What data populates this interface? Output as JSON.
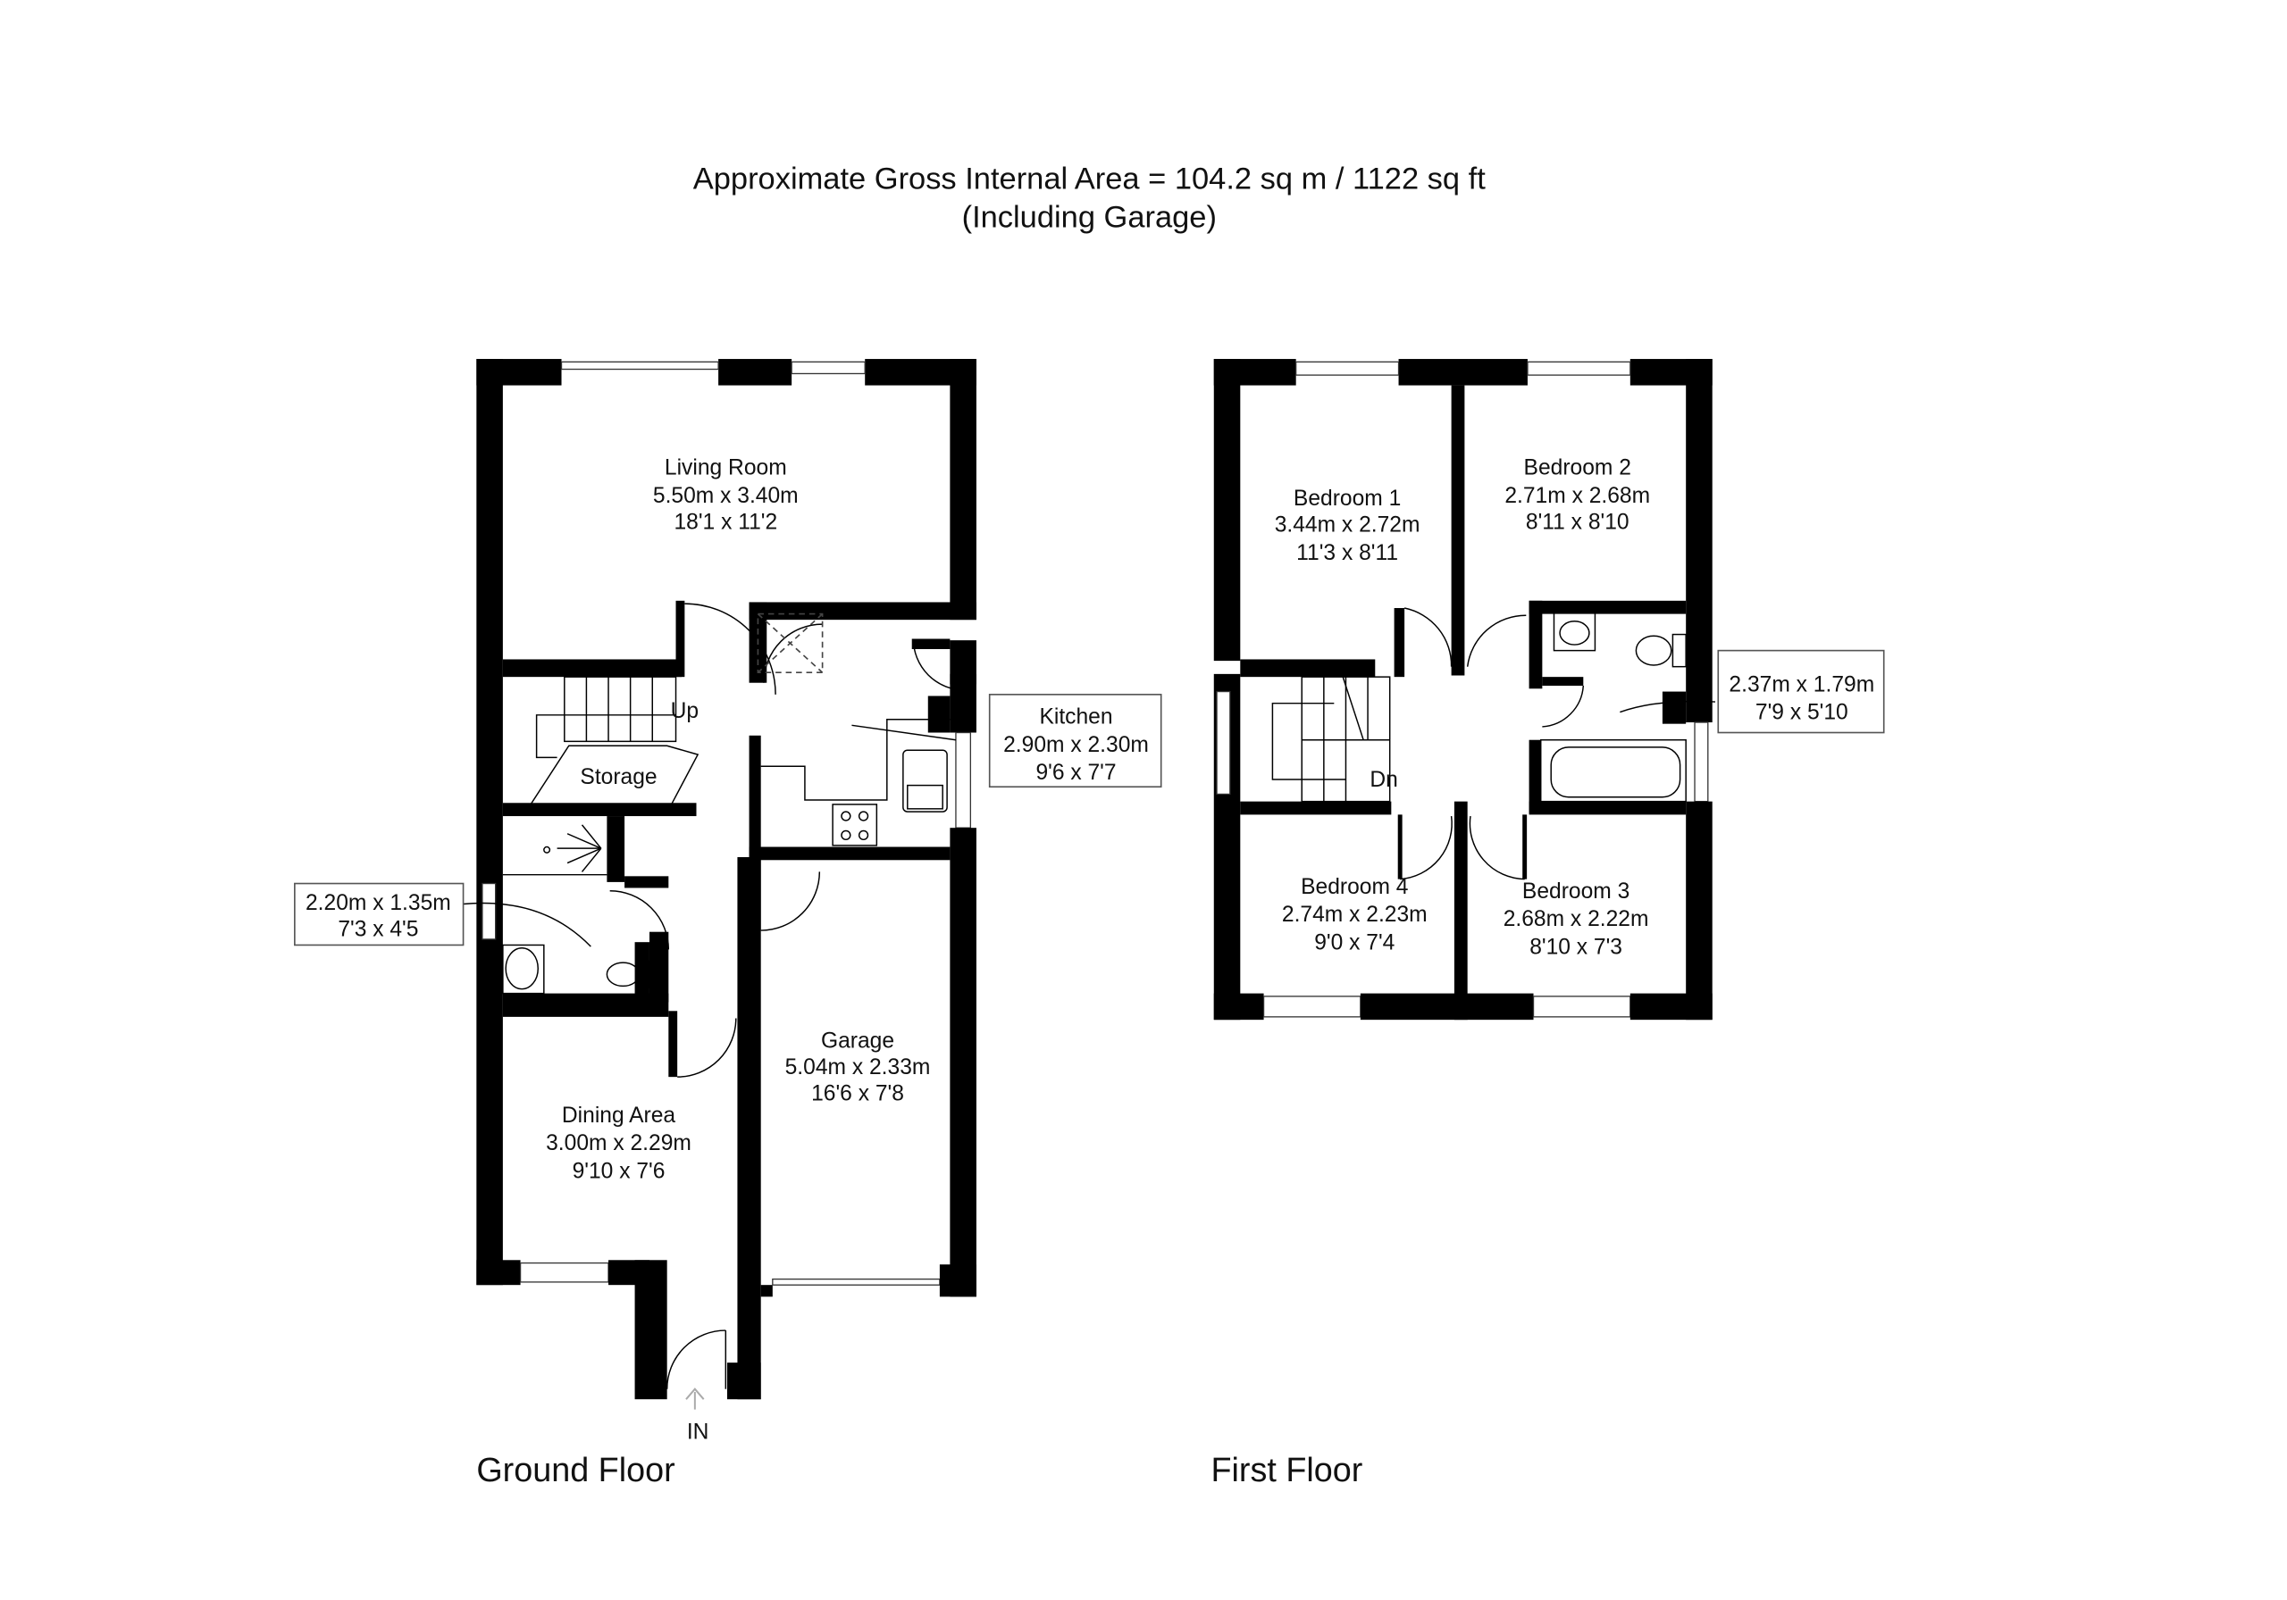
{
  "header": {
    "area_line": "Approximate Gross Internal Area = 104.2 sq m / 1122 sq ft",
    "note_line": "(Including Garage)"
  },
  "ground_floor": {
    "label": "Ground Floor",
    "entrance_label": "IN",
    "stairs_label": "Up",
    "rooms": {
      "living_room": {
        "name": "Living Room",
        "metric": "5.50m x 3.40m",
        "imperial": "18'1 x 11'2"
      },
      "kitchen": {
        "name": "Kitchen",
        "metric": "2.90m x 2.30m",
        "imperial": "9'6 x 7'7"
      },
      "storage": {
        "name": "Storage"
      },
      "shower_room": {
        "metric": "2.20m x 1.35m",
        "imperial": "7'3 x 4'5"
      },
      "dining_area": {
        "name": "Dining Area",
        "metric": "3.00m x 2.29m",
        "imperial": "9'10 x 7'6"
      },
      "garage": {
        "name": "Garage",
        "metric": "5.04m x 2.33m",
        "imperial": "16'6 x 7'8"
      }
    }
  },
  "first_floor": {
    "label": "First Floor",
    "stairs_label": "Dn",
    "rooms": {
      "bedroom_1": {
        "name": "Bedroom 1",
        "metric": "3.44m x 2.72m",
        "imperial": "11'3 x 8'11"
      },
      "bedroom_2": {
        "name": "Bedroom 2",
        "metric": "2.71m x 2.68m",
        "imperial": "8'11 x 8'10"
      },
      "bathroom": {
        "metric": "2.37m x 1.79m",
        "imperial": "7'9 x 5'10"
      },
      "bedroom_3": {
        "name": "Bedroom 3",
        "metric": "2.68m x 2.22m",
        "imperial": "8'10 x 7'3"
      },
      "bedroom_4": {
        "name": "Bedroom 4",
        "metric": "2.74m x 2.23m",
        "imperial": "9'0 x 7'4"
      }
    }
  },
  "colors": {
    "wall": "#000000",
    "background": "#ffffff",
    "label_box_border": "#555555"
  }
}
